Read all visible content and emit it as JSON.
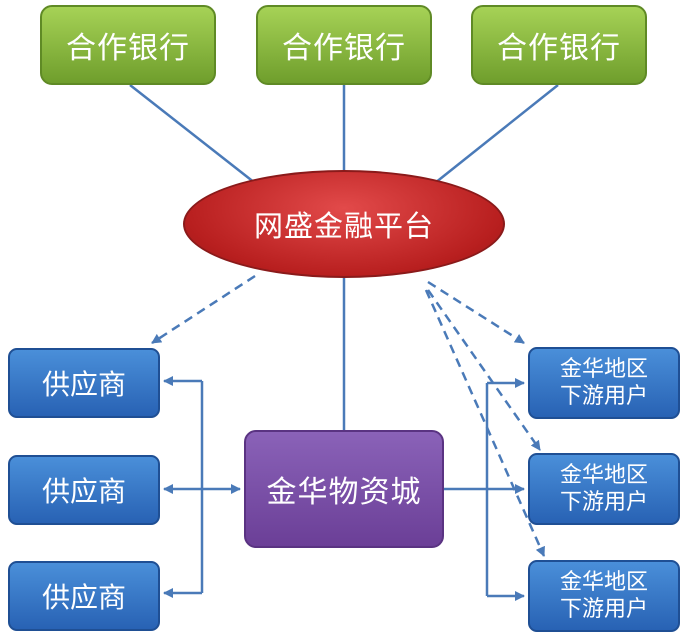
{
  "diagram": {
    "banks": [
      {
        "label": "合作银行"
      },
      {
        "label": "合作银行"
      },
      {
        "label": "合作银行"
      }
    ],
    "platform": {
      "label": "网盛金融平台"
    },
    "mall": {
      "label": "金华物资城"
    },
    "suppliers": [
      {
        "label": "供应商"
      },
      {
        "label": "供应商"
      },
      {
        "label": "供应商"
      }
    ],
    "users": [
      {
        "line1": "金华地区",
        "line2": "下游用户"
      },
      {
        "line1": "金华地区",
        "line2": "下游用户"
      },
      {
        "line1": "金华地区",
        "line2": "下游用户"
      }
    ],
    "colors": {
      "bank": "#8cc63f",
      "platform": "#c0272d",
      "mall": "#7b4fa6",
      "node_blue": "#2f6fc3",
      "connector": "#4a7ab8"
    }
  }
}
